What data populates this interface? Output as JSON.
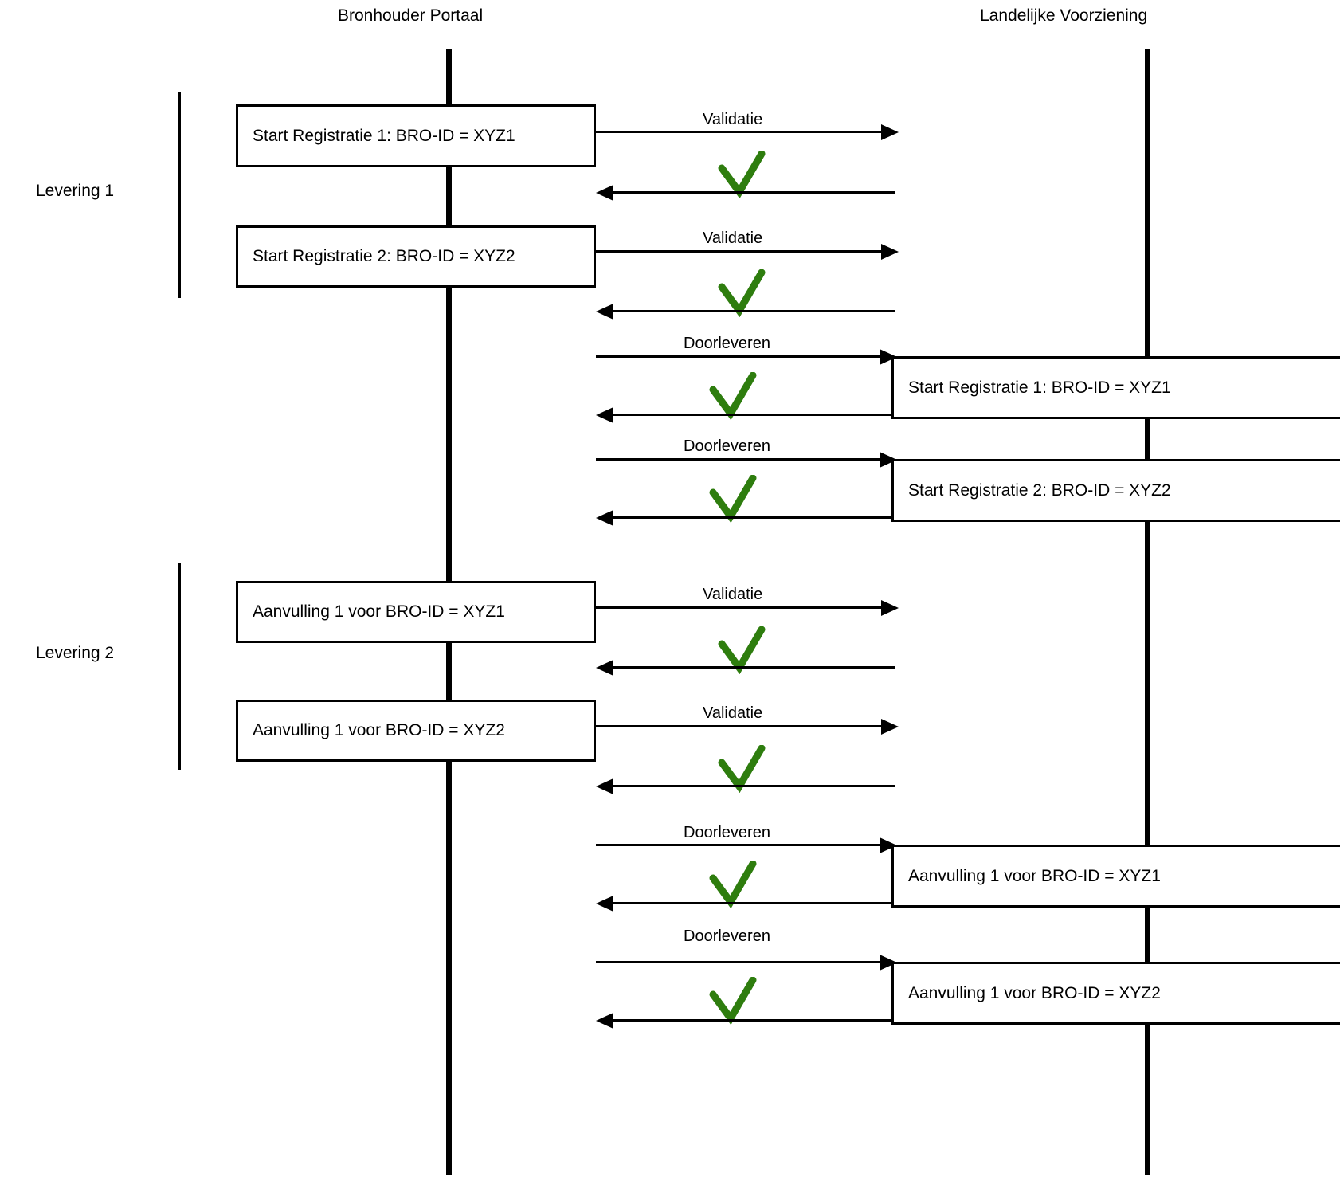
{
  "diagram": {
    "type": "sequence-diagram",
    "background_color": "#ffffff",
    "line_color": "#000000",
    "check_color": "#2E7D0E",
    "lifelines": [
      {
        "name": "bronhouder-portaal",
        "label": "Bronhouder Portaal"
      },
      {
        "name": "landelijke-voorziening",
        "label": "Landelijke Voorziening"
      }
    ],
    "groups": [
      {
        "name": "levering-1",
        "label": "Levering 1"
      },
      {
        "name": "levering-2",
        "label": "Levering 2"
      }
    ],
    "left_boxes": [
      {
        "label": "Start Registratie 1: BRO-ID = XYZ1"
      },
      {
        "label": "Start Registratie 2: BRO-ID = XYZ2"
      },
      {
        "label": "Aanvulling 1 voor BRO-ID = XYZ1"
      },
      {
        "label": "Aanvulling 1 voor BRO-ID = XYZ2"
      }
    ],
    "right_boxes": [
      {
        "label": "Start Registratie 1: BRO-ID = XYZ1"
      },
      {
        "label": "Start Registratie 2: BRO-ID = XYZ2"
      },
      {
        "label": "Aanvulling 1 voor BRO-ID = XYZ1"
      },
      {
        "label": "Aanvulling 1 voor BRO-ID = XYZ2"
      }
    ],
    "messages": [
      {
        "label": "Validatie",
        "direction": "right"
      },
      {
        "label": "",
        "direction": "left"
      },
      {
        "label": "Validatie",
        "direction": "right"
      },
      {
        "label": "",
        "direction": "left"
      },
      {
        "label": "Doorleveren",
        "direction": "right"
      },
      {
        "label": "",
        "direction": "left"
      },
      {
        "label": "Doorleveren",
        "direction": "right"
      },
      {
        "label": "",
        "direction": "left"
      },
      {
        "label": "Validatie",
        "direction": "right"
      },
      {
        "label": "",
        "direction": "left"
      },
      {
        "label": "Validatie",
        "direction": "right"
      },
      {
        "label": "",
        "direction": "left"
      },
      {
        "label": "Doorleveren",
        "direction": "right"
      },
      {
        "label": "",
        "direction": "left"
      },
      {
        "label": "Doorleveren",
        "direction": "right"
      },
      {
        "label": "",
        "direction": "left"
      }
    ],
    "check_marks": {
      "glyph": "check-mark",
      "count": 8
    }
  }
}
